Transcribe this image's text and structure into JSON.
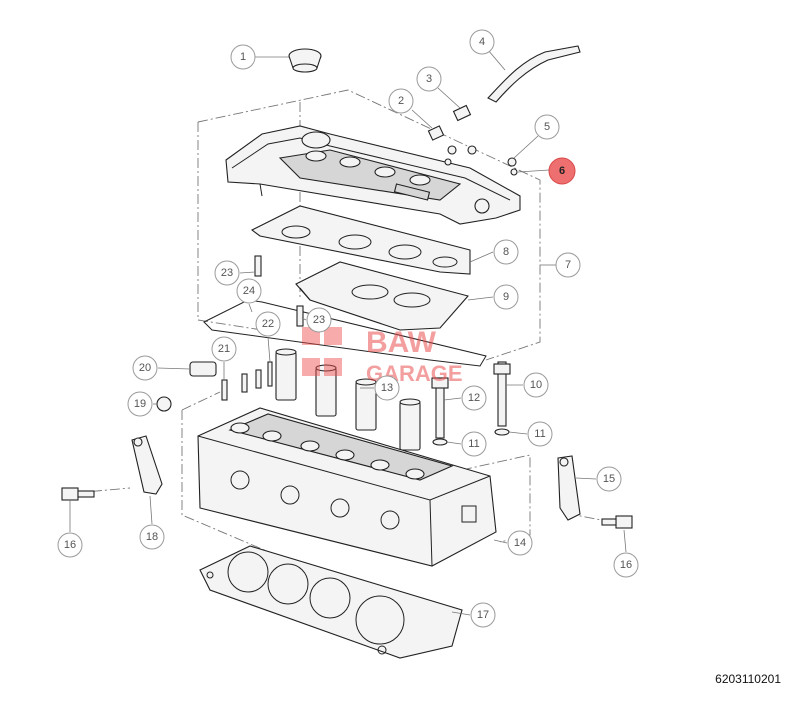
{
  "diagram": {
    "drawing_code": "6203110201",
    "highlighted_callout": "6",
    "callouts": [
      "1",
      "2",
      "3",
      "4",
      "5",
      "6",
      "7",
      "8",
      "9",
      "10",
      "11",
      "11",
      "12",
      "13",
      "14",
      "15",
      "16",
      "16",
      "17",
      "18",
      "19",
      "20",
      "21",
      "22",
      "23",
      "23",
      "24"
    ]
  },
  "watermark": {
    "line1": "BAW",
    "line2": "GARAGE",
    "color": "#ec4b4b"
  },
  "colors": {
    "highlight": "#ee6f6f",
    "callout_stroke": "#9a9a9a",
    "line": "#222222"
  }
}
